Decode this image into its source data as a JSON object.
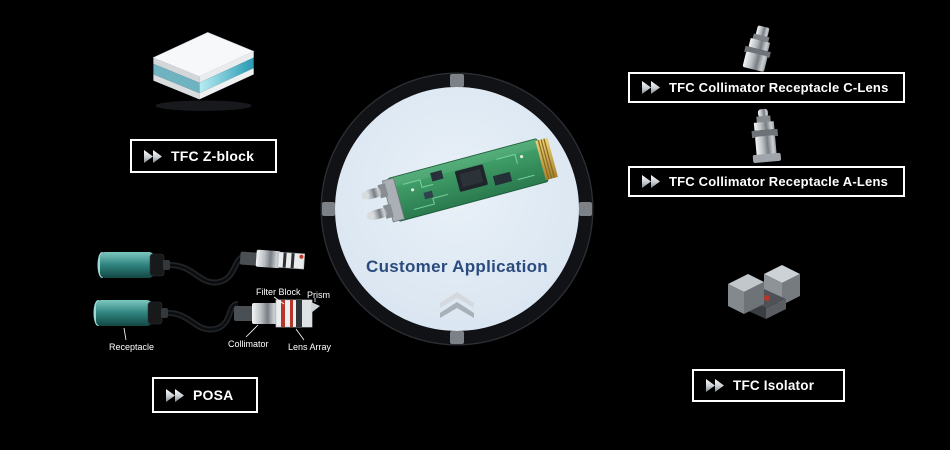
{
  "page": {
    "background": "#000000"
  },
  "center": {
    "caption": "Customer Application",
    "caption_color": "#2b4a7e",
    "circle_fill": "#dde8f2"
  },
  "buttons": {
    "zblock": {
      "label": "TFC Z-block"
    },
    "collimator_c": {
      "label": "TFC Collimator Receptacle C-Lens"
    },
    "collimator_a": {
      "label": "TFC Collimator Receptacle A-Lens"
    },
    "posa": {
      "label": "POSA"
    },
    "isolator": {
      "label": "TFC Isolator"
    }
  },
  "posa_annotations": {
    "receptacle": "Receptacle",
    "collimator": "Collimator",
    "filter_block": "Filter Block",
    "prism": "Prism",
    "lens_array": "Lens Array"
  },
  "icons": {
    "button_arrow": "double-chevron-right",
    "center_arrow": "double-chevron-up"
  },
  "colors": {
    "accent_teal": "#2f837e",
    "zblock_band": "#3aa7bd",
    "status_red": "#b8352a",
    "label_border": "#ffffff"
  }
}
